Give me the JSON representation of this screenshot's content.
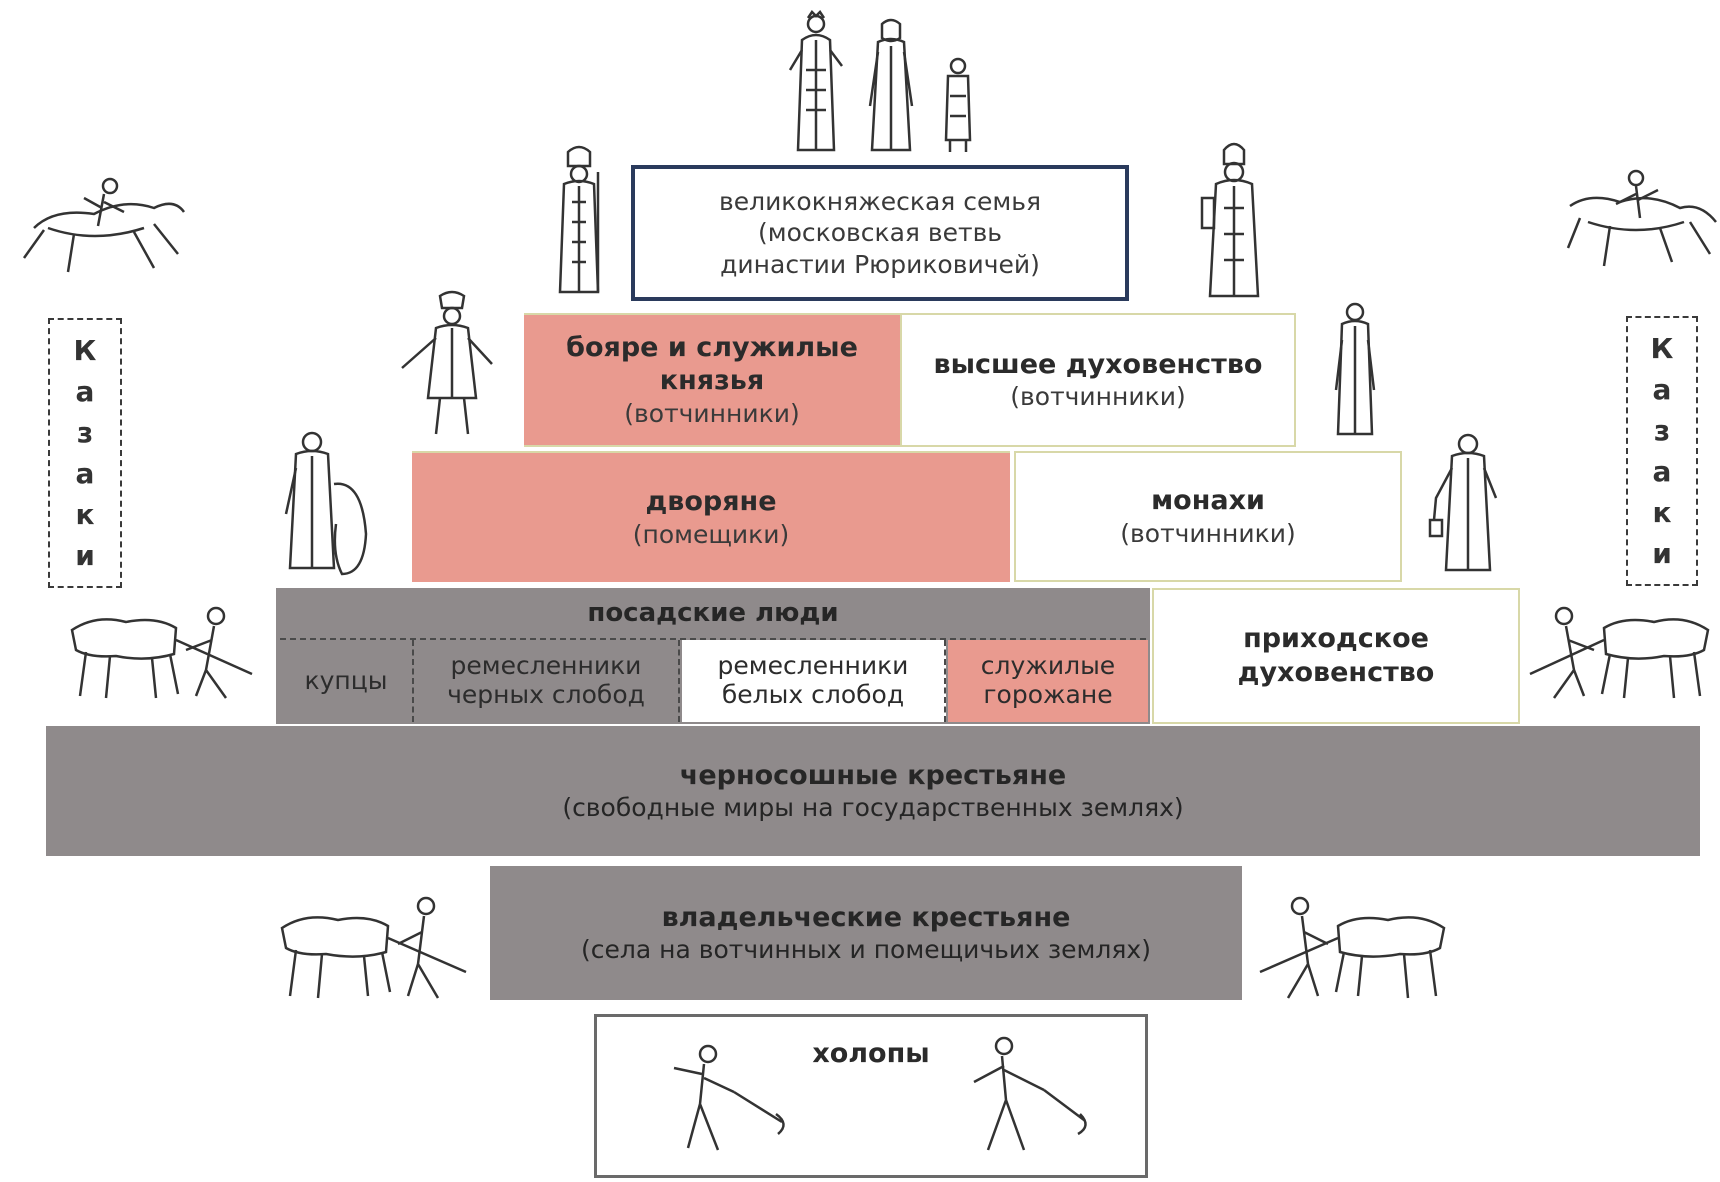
{
  "tiers": {
    "grand_family": {
      "line1": "великокняжеская семья",
      "line2": "(московская ветвь",
      "line3": "династии Рюриковичей)"
    },
    "boyars": {
      "title": "бояре и служилые",
      "title2": "князья",
      "sub": "(вотчинники)"
    },
    "higher_clergy": {
      "title": "высшее духовенство",
      "sub": "(вотчинники)"
    },
    "nobles": {
      "title": "дворяне",
      "sub": "(помещики)"
    },
    "monks": {
      "title": "монахи",
      "sub": "(вотчинники)"
    },
    "townspeople": {
      "title": "посадские люди",
      "merchants": "купцы",
      "black_artisans_1": "ремесленники",
      "black_artisans_2": "черных слобод",
      "white_artisans_1": "ремесленники",
      "white_artisans_2": "белых слобод",
      "service_1": "служилые",
      "service_2": "горожане"
    },
    "parish_clergy": {
      "title": "приходское",
      "title2": "духовенство"
    },
    "black_peasants": {
      "title": "черносошные крестьяне",
      "sub": "(свободные миры на государственных землях)"
    },
    "owner_peasants": {
      "title": "владельческие крестьяне",
      "sub": "(села на вотчинных и помещичьих землях)"
    },
    "serfs": {
      "title": "холопы"
    }
  },
  "cossacks": {
    "left": [
      "К",
      "а",
      "з",
      "а",
      "к",
      "и"
    ],
    "right": [
      "К",
      "а",
      "з",
      "а",
      "к",
      "и"
    ]
  },
  "colors": {
    "nobility": "#e99a8f",
    "taxpayers": "#8f8a8b",
    "clergy": "#ffffff"
  },
  "icons": [
    "horseman-icon",
    "prince-figure-icon",
    "cleric-figure-icon",
    "noble-figure-icon",
    "monk-figure-icon",
    "plowman-icon",
    "serf-figure-icon"
  ]
}
